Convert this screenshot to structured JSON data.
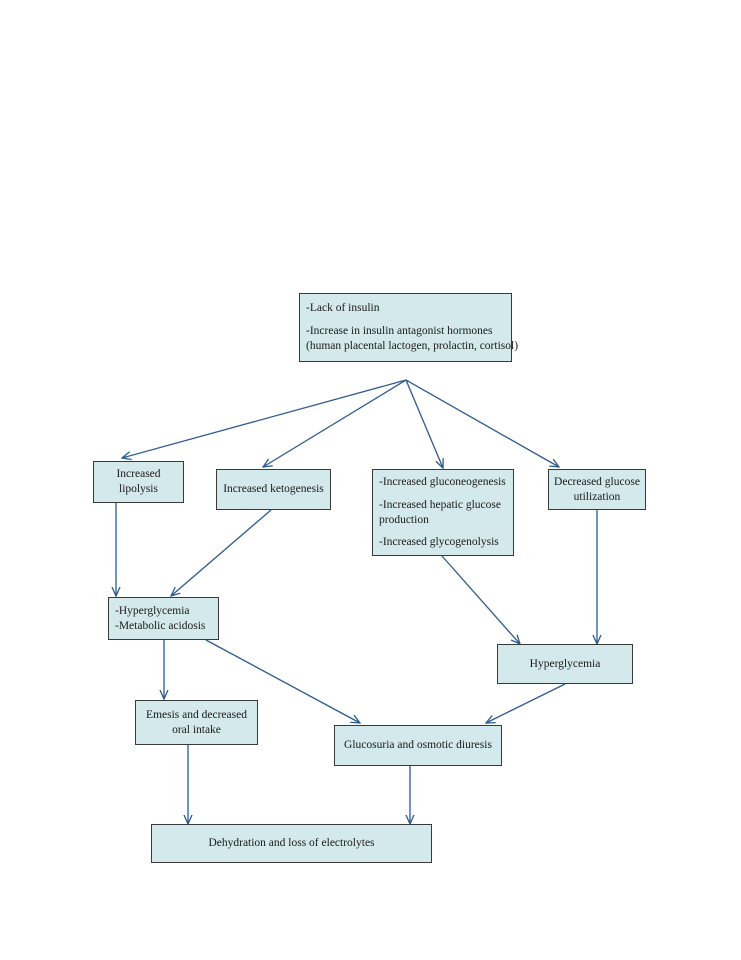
{
  "colors": {
    "box_fill": "#d4e9ec",
    "box_border": "#3a3a3a",
    "arrow": "#2d5a8e"
  },
  "nodes": {
    "root": {
      "line1": "-Lack of insulin",
      "line2": "-Increase in insulin antagonist hormones",
      "line3": "(human placental lactogen, prolactin, cortisol)"
    },
    "lipolysis": {
      "line1": "Increased",
      "line2": "lipolysis"
    },
    "ketogenesis": {
      "line1": "Increased ketogenesis"
    },
    "gluco": {
      "line1": "-Increased gluconeogenesis",
      "line2": "-Increased hepatic glucose",
      "line3": "production",
      "line4": "-Increased glycogenolysis"
    },
    "decreased": {
      "line1": "Decreased glucose",
      "line2": "utilization"
    },
    "hyper_left": {
      "line1": "-Hyperglycemia",
      "line2": "-Metabolic acidosis"
    },
    "hyper_right": {
      "line1": "Hyperglycemia"
    },
    "emesis": {
      "line1": "Emesis and decreased",
      "line2": "oral intake"
    },
    "glucosuria": {
      "line1": "Glucosuria and osmotic diuresis"
    },
    "dehydration": {
      "line1": "Dehydration and loss of electrolytes"
    }
  }
}
